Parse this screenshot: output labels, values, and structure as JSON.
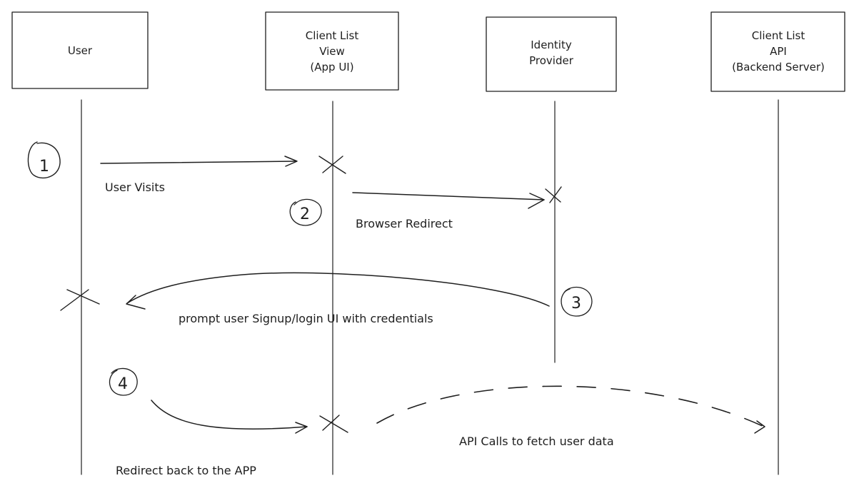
{
  "participants": [
    {
      "id": "user",
      "lines": [
        "User"
      ]
    },
    {
      "id": "client-view",
      "lines": [
        "Client List",
        "View",
        "(App UI)"
      ]
    },
    {
      "id": "idp",
      "lines": [
        "Identity",
        "Provider"
      ]
    },
    {
      "id": "api",
      "lines": [
        "Client List",
        "API",
        "(Backend Server)"
      ]
    }
  ],
  "steps": [
    {
      "number": "1",
      "label": "User Visits"
    },
    {
      "number": "2",
      "label": "Browser Redirect"
    },
    {
      "number": "3",
      "label": "prompt user Signup/login UI with credentials"
    },
    {
      "number": "4",
      "label": "Redirect back to the APP"
    },
    {
      "number": "",
      "label": "API Calls to fetch user data"
    }
  ]
}
